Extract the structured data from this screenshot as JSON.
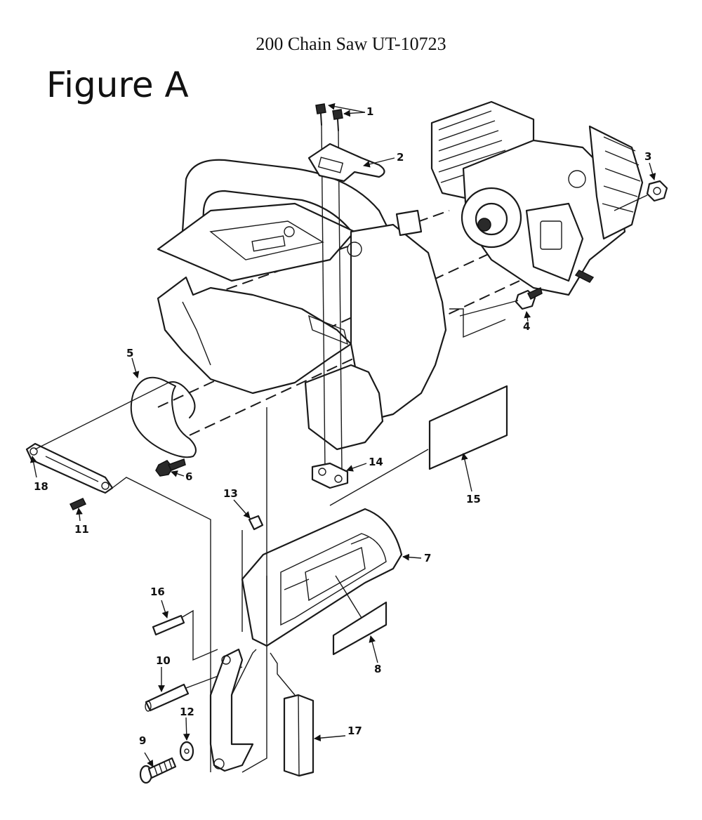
{
  "document": {
    "title": "200 Chain Saw UT-10723",
    "figure_label": "Figure A"
  },
  "callouts": [
    {
      "id": "1",
      "label": "1"
    },
    {
      "id": "2",
      "label": "2"
    },
    {
      "id": "3",
      "label": "3"
    },
    {
      "id": "4",
      "label": "4"
    },
    {
      "id": "5",
      "label": "5"
    },
    {
      "id": "6",
      "label": "6"
    },
    {
      "id": "7",
      "label": "7"
    },
    {
      "id": "8",
      "label": "8"
    },
    {
      "id": "9",
      "label": "9"
    },
    {
      "id": "10",
      "label": "10"
    },
    {
      "id": "11",
      "label": "11"
    },
    {
      "id": "12",
      "label": "12"
    },
    {
      "id": "13",
      "label": "13"
    },
    {
      "id": "14",
      "label": "14"
    },
    {
      "id": "15",
      "label": "15"
    },
    {
      "id": "16",
      "label": "16"
    },
    {
      "id": "17",
      "label": "17"
    },
    {
      "id": "18",
      "label": "18"
    }
  ]
}
